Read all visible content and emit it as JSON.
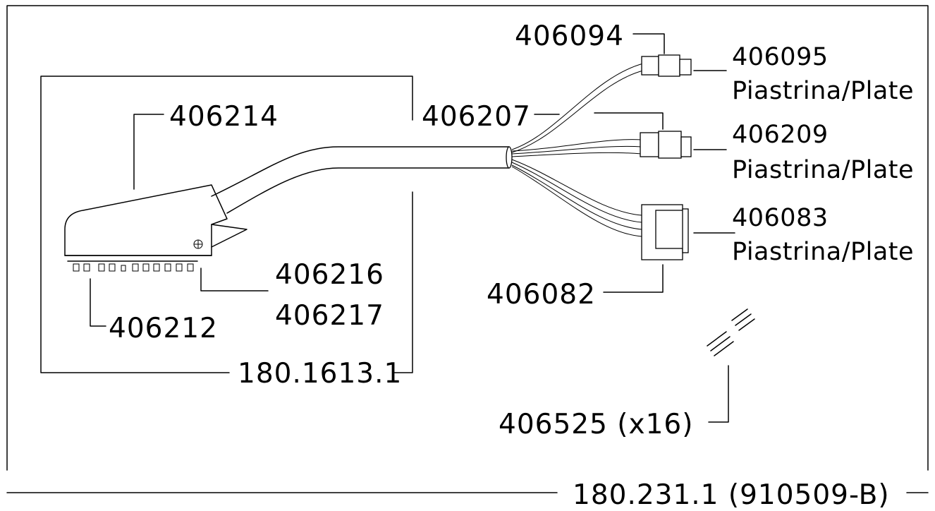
{
  "drawing": {
    "title_block": "180.231.1 (910509-B)"
  },
  "labels": {
    "cable_assembly": "180.1613.1",
    "scart_cover": "406214",
    "scart_pin_a": "406216",
    "scart_pin_b": "406217",
    "scart_body": "406212",
    "sleeve": "406207",
    "conn1_housing": "406094",
    "conn1_plate_code": "406095",
    "conn1_plate_name": "Piastrina/Plate",
    "conn2_plate_code": "406209",
    "conn2_plate_name": "Piastrina/Plate",
    "conn3_plate_code": "406083",
    "conn3_plate_name": "Piastrina/Plate",
    "conn3_housing": "406082",
    "contacts": "406525 (x16)"
  }
}
